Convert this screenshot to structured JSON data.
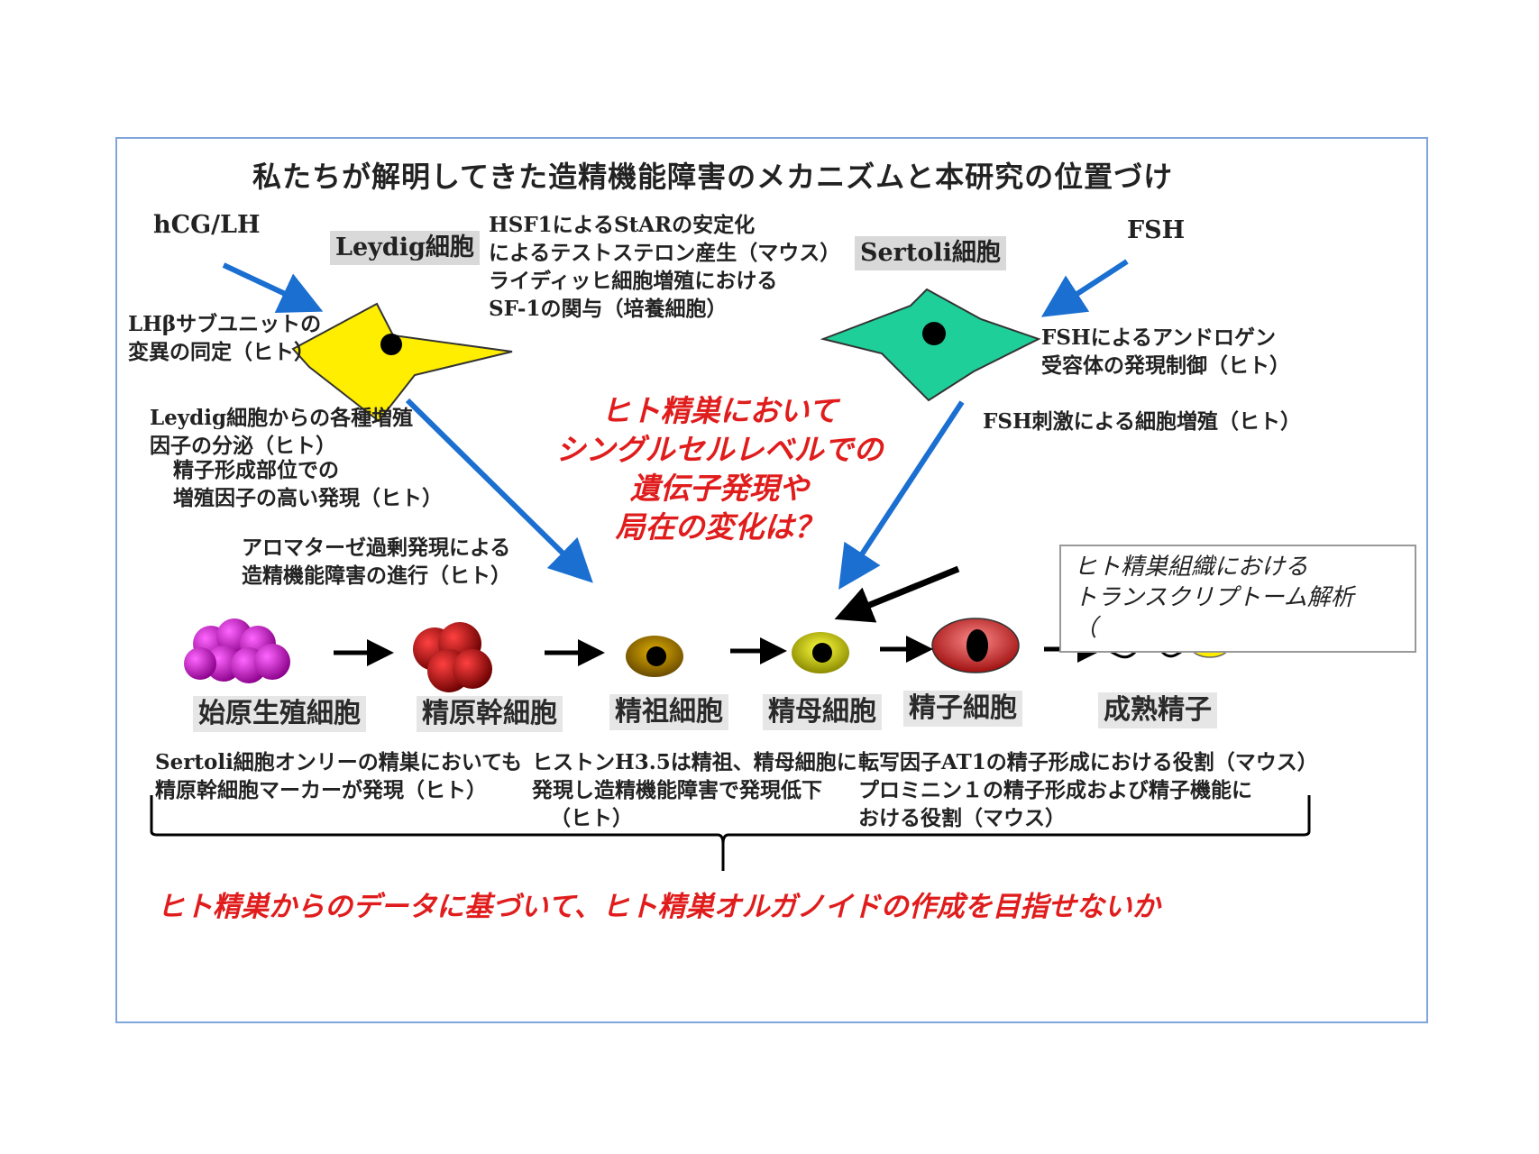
{
  "title": "私たちが解明してきた造精機能障害のメカニズムと本研究の位置づけ",
  "hormones": {
    "left": "hCG/LH",
    "right": "FSH"
  },
  "cells": {
    "leydig": "Leydig細胞",
    "sertoli": "Sertoli細胞"
  },
  "notes": {
    "hsf1": [
      "HSF1によるStARの安定化",
      "によるテストステロン産生（マウス）",
      "ライディッヒ細胞増殖における",
      "SF-1の関与（培養細胞）"
    ],
    "lhb": [
      "LHβサブユニットの",
      "変異の同定（ヒト）"
    ],
    "fsh_ar": [
      "FSHによるアンドロゲン",
      "受容体の発現制御（ヒト）"
    ],
    "fsh_prolif": "FSH刺激による細胞増殖（ヒト）",
    "leydig_factors": [
      "Leydig細胞からの各種増殖",
      "因子の分泌（ヒト）"
    ],
    "growth_factor": [
      "精子形成部位での",
      "増殖因子の高い発現（ヒト）"
    ],
    "aromatase": [
      "アロマターゼ過剰発現による",
      "造精機能障害の進行（ヒト）"
    ],
    "sertoli_only": [
      "Sertoli細胞オンリーの精巣においても",
      "精原幹細胞マーカーが発現（ヒト）"
    ],
    "histone": [
      "ヒストンH3.5は精祖、精母細胞に",
      "発現し造精機能障害で発現低下",
      "（ヒト）"
    ],
    "at1": [
      "転写因子AT1の精子形成における役割（マウス）",
      "プロミニン１の精子形成および精子機能に",
      "おける役割（マウス）"
    ]
  },
  "question": [
    "ヒト精巣において",
    "シングルセルレベルでの",
    "遺伝子発現や",
    "局在の変化は？"
  ],
  "transcriptome_box": [
    "ヒト精巣組織における",
    "トランスクリプトーム解析",
    "（"
  ],
  "stages": [
    "始原生殖細胞",
    "精原幹細胞",
    "精祖細胞",
    "精母細胞",
    "精子細胞",
    "成熟精子"
  ],
  "conclusion": "ヒト精巣からのデータに基づいて、ヒト精巣オルガノイドの作成を目指せないか",
  "colors": {
    "leydig": "#ffee00",
    "sertoli": "#1ecf9a",
    "arrow_blue": "#1a6fd1",
    "emphasis_red": "#e01c1c",
    "border": "#7fa6dc"
  }
}
